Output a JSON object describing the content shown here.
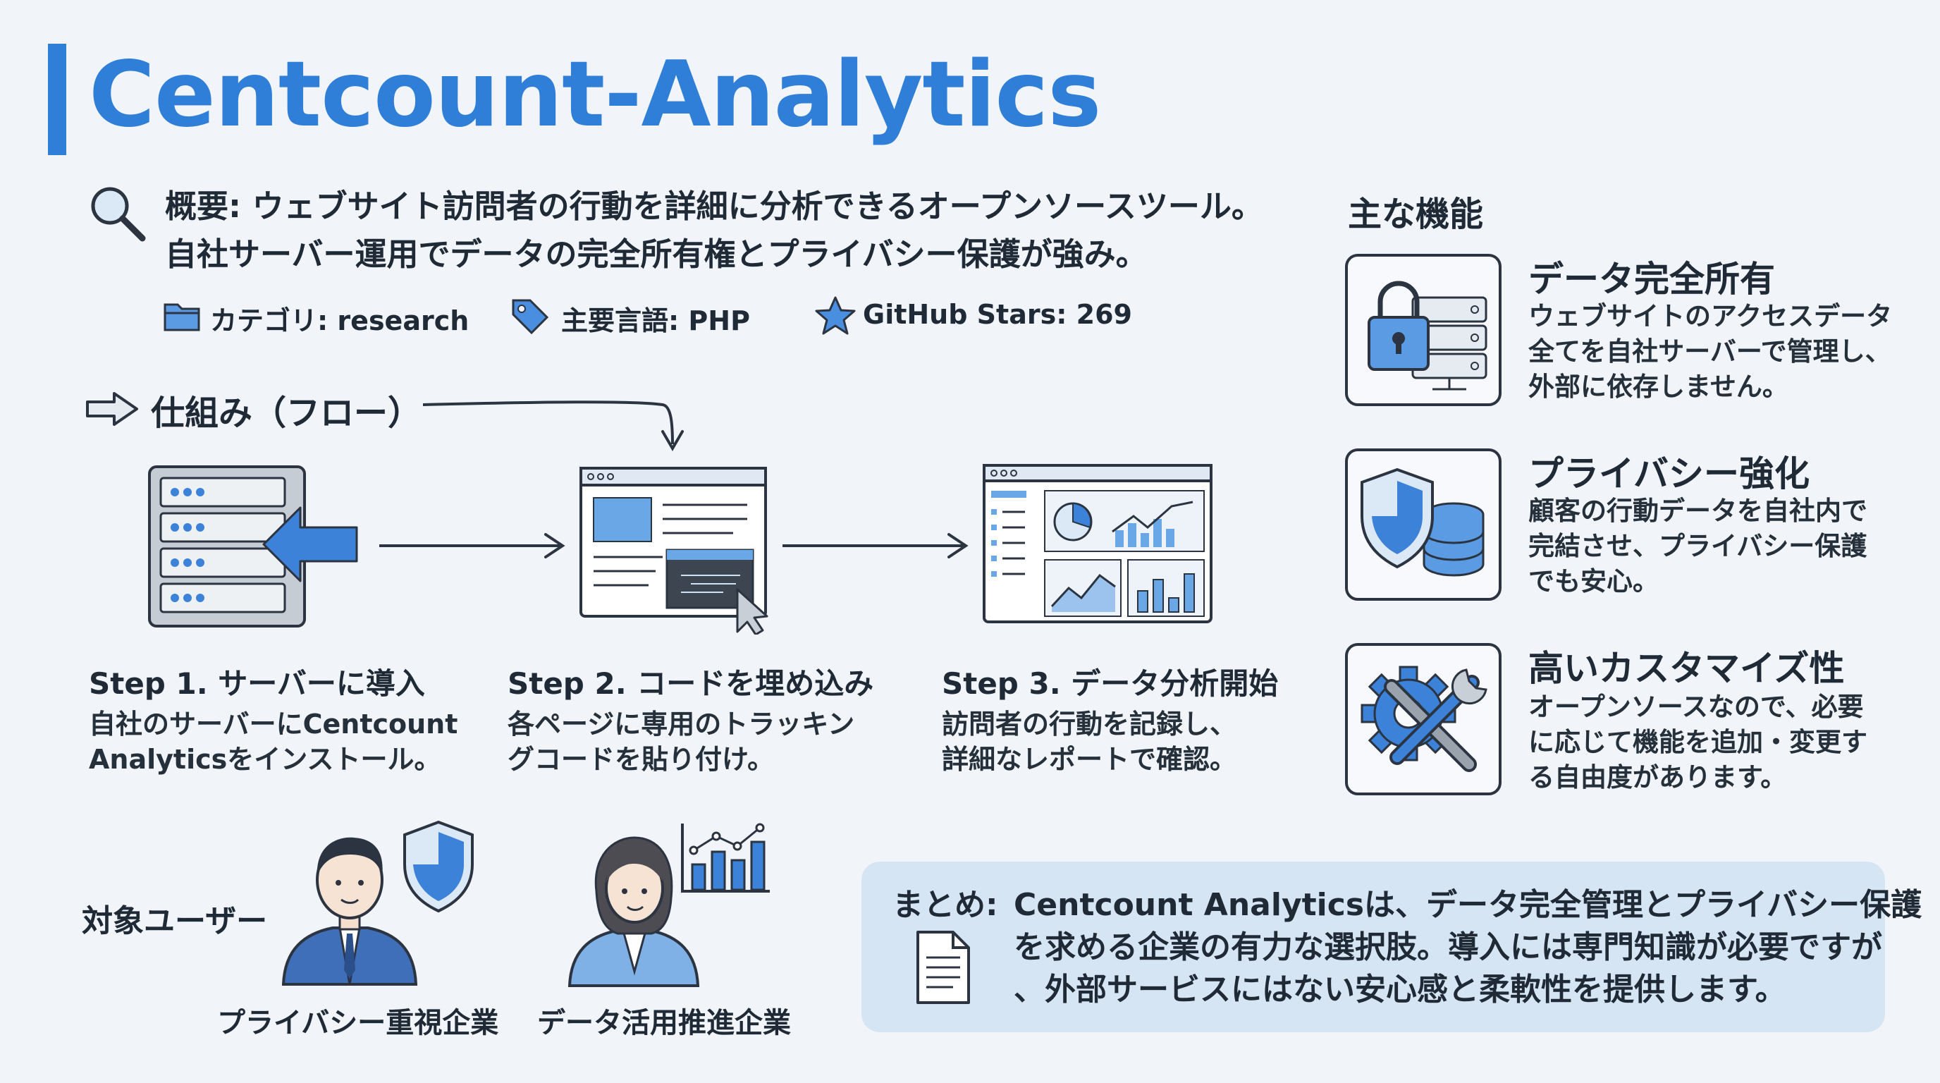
{
  "title": "Centcount-Analytics",
  "overview": {
    "line1": "概要: ウェブサイト訪問者の行動を詳細に分析できるオープンソースツール。",
    "line2": "自社サーバー運用でデータの完全所有権とプライバシー保護が強み。",
    "category": "カテゴリ: research",
    "language": "主要言語: PHP",
    "stars": "GitHub Stars: 269"
  },
  "flow": {
    "label": "仕組み（フロー）",
    "steps": [
      {
        "title": "Step 1. サーバーに導入",
        "desc1": "自社のサーバーにCentcount",
        "desc2": "Analyticsをインストール。"
      },
      {
        "title": "Step 2. コードを埋め込み",
        "desc1": "各ページに専用のトラッキン",
        "desc2": "グコードを貼り付け。"
      },
      {
        "title": "Step 3. データ分析開始",
        "desc1": "訪問者の行動を記録し、",
        "desc2": "詳細なレポートで確認。"
      }
    ]
  },
  "features": {
    "heading": "主な機能",
    "items": [
      {
        "title": "データ完全所有",
        "desc1": "ウェブサイトのアクセスデータ",
        "desc2": "全てを自社サーバーで管理し、",
        "desc3": "外部に依存しません。"
      },
      {
        "title": "プライバシー強化",
        "desc1": "顧客の行動データを自社内で",
        "desc2": "完結させ、プライバシー保護",
        "desc3": "でも安心。"
      },
      {
        "title": "高いカスタマイズ性",
        "desc1": "オープンソースなので、必要",
        "desc2": "に応じて機能を追加・変更す",
        "desc3": "る自由度があります。"
      }
    ]
  },
  "users": {
    "label": "対象ユーザー",
    "items": [
      "プライバシー重視企業",
      "データ活用推進企業"
    ]
  },
  "summary": {
    "label": "まとめ:",
    "line1": "Centcount Analyticsは、データ完全管理とプライバシー保護",
    "line2": "を求める企業の有力な選択肢。導入には専門知識が必要ですが",
    "line3": "、外部サービスにはない安心感と柔軟性を提供します。"
  },
  "colors": {
    "accent": "#2f7ed8",
    "ink": "#1f2a36",
    "summary_bg": "#d6e5f4"
  }
}
